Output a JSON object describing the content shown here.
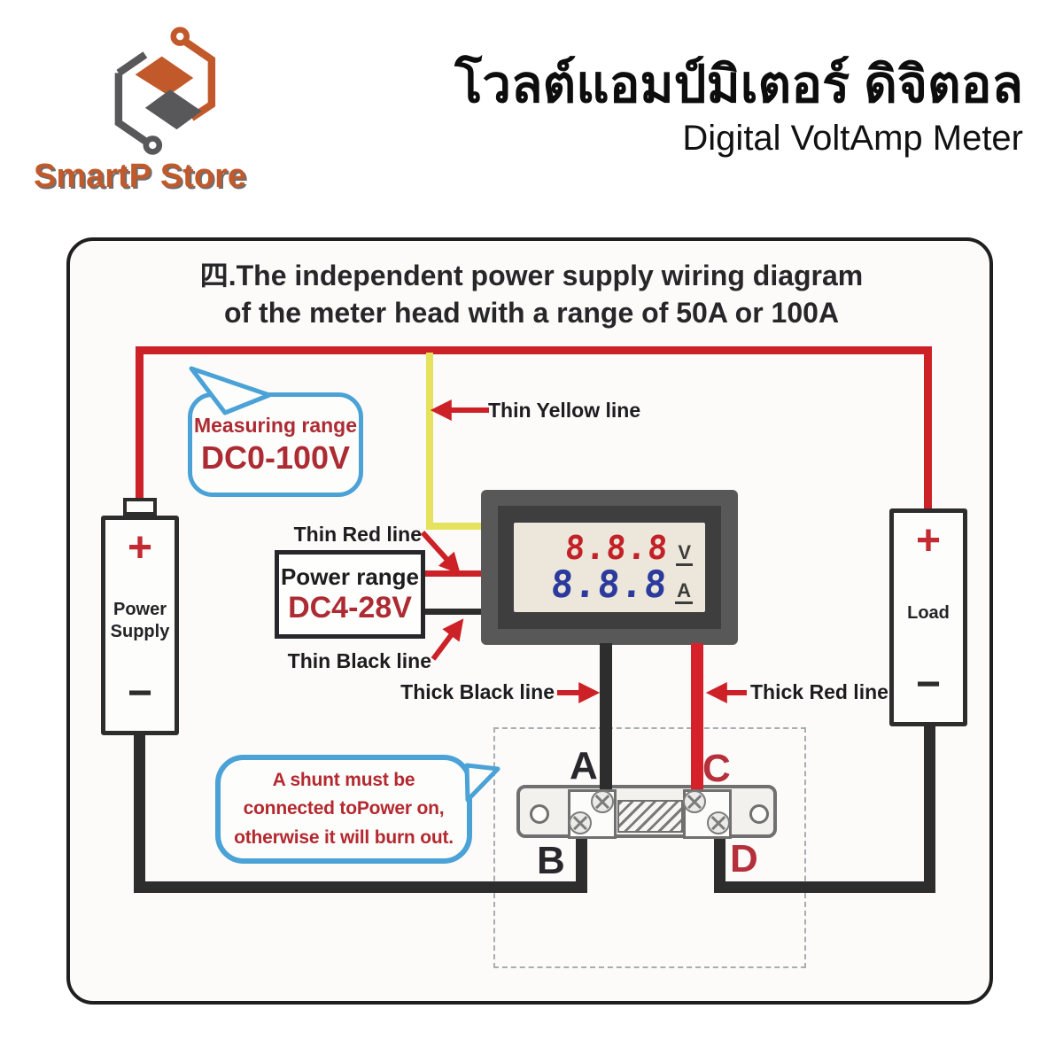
{
  "header": {
    "brand": "SmartP Store",
    "title_thai": "โวลต์แอมป์มิเตอร์ ดิจิตอล",
    "subtitle": "Digital VoltAmp Meter"
  },
  "diagram": {
    "title_line1": "四.The independent power supply wiring diagram",
    "title_line2": "of the meter head with a range of 50A or 100A",
    "measuring_bubble": {
      "line1": "Measuring range",
      "line2": "DC0-100V"
    },
    "warning_bubble": {
      "line1": "A shunt must be",
      "line2": "connected toPower on,",
      "line3": "otherwise it will burn out."
    },
    "wire_labels": {
      "thin_yellow": "Thin Yellow line",
      "thin_red": "Thin Red line",
      "thin_black": "Thin Black line",
      "thick_black": "Thick Black line",
      "thick_red": "Thick Red line"
    },
    "power_range_box": {
      "line1": "Power range",
      "line2": "DC4-28V"
    },
    "power_supply": {
      "plus": "+",
      "label": "Power Supply",
      "minus": "−"
    },
    "load": {
      "plus": "+",
      "label": "Load",
      "minus": "−"
    },
    "meter": {
      "volt_value": "8.8.8",
      "volt_unit": "V",
      "amp_value": "8.8.8",
      "amp_unit": "A"
    },
    "shunt": {
      "terminal_a": "A",
      "terminal_b": "B",
      "terminal_c": "C",
      "terminal_d": "D"
    },
    "colors": {
      "wire_red": "#cd2128",
      "wire_yellow": "#e5e25e",
      "wire_black": "#2d2d2d",
      "bubble_border_blue": "#4ba2d6",
      "accent_text_red": "#ad2b33",
      "digit_red": "#c32128",
      "digit_blue": "#2b3a9d",
      "brand_orange": "#c2592b"
    }
  }
}
